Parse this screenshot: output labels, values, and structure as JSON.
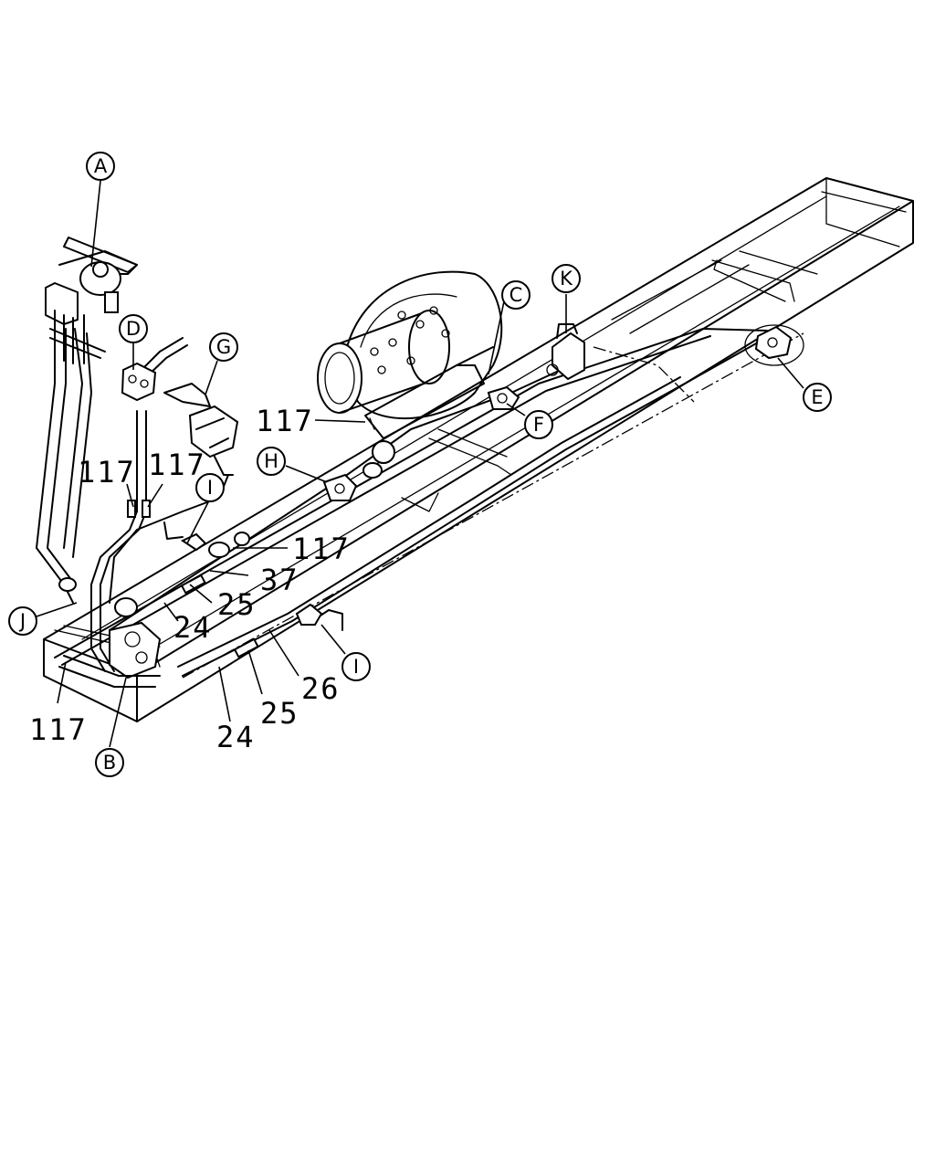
{
  "callouts": {
    "A": "A",
    "B": "B",
    "C": "C",
    "D": "D",
    "E": "E",
    "F": "F",
    "G": "G",
    "H": "H",
    "I_upper": "I",
    "I_lower": "I",
    "J": "J",
    "K": "K"
  },
  "part_numbers": {
    "p117_tank": "117",
    "p117_left_a": "117",
    "p117_left_b": "117",
    "p117_mid": "117",
    "p37": "37",
    "p25_upper": "25",
    "p24_upper": "24",
    "p117_bottom": "117",
    "p26": "26",
    "p25_lower": "25",
    "p24_lower": "24"
  }
}
